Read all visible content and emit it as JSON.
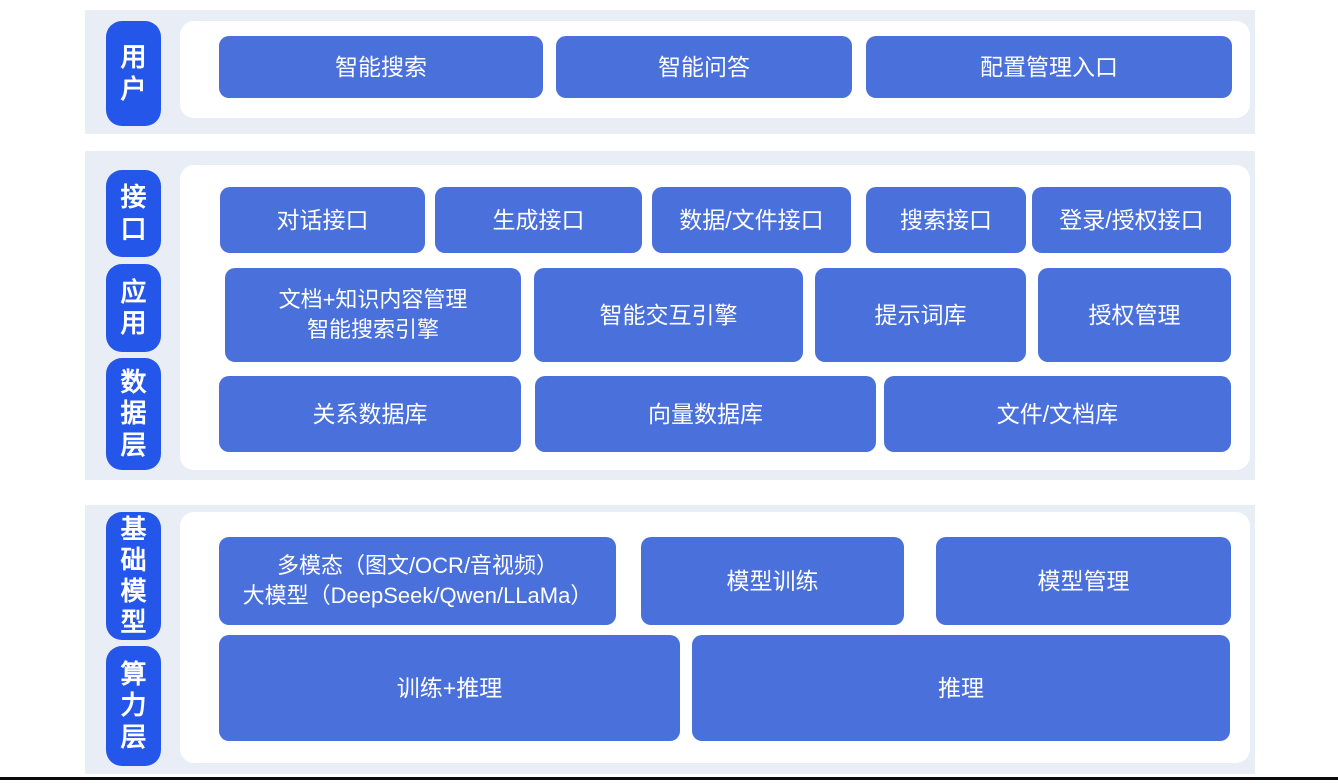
{
  "colors": {
    "page-bg": "#ffffff",
    "band-bg": "#e9eef6",
    "panel-bg": "#ffffff",
    "badge-bg": "#2456ea",
    "block-bg": "#4a70dc",
    "block-text": "#ffffff",
    "bottom-line": "#0a0a0a"
  },
  "sections": [
    {
      "labels": [
        {
          "text": "用户"
        }
      ],
      "rows": [
        {
          "blocks": [
            {
              "lines": [
                "智能搜索"
              ]
            },
            {
              "lines": [
                "智能问答"
              ]
            },
            {
              "lines": [
                "配置管理入口"
              ]
            }
          ]
        }
      ]
    },
    {
      "labels": [
        {
          "text": "接口"
        },
        {
          "text": "应用"
        },
        {
          "text": "数据层"
        }
      ],
      "rows": [
        {
          "blocks": [
            {
              "lines": [
                "对话接口"
              ]
            },
            {
              "lines": [
                "生成接口"
              ]
            },
            {
              "lines": [
                "数据/文件接口"
              ]
            },
            {
              "lines": [
                "搜索接口"
              ]
            },
            {
              "lines": [
                "登录/授权接口"
              ]
            }
          ]
        },
        {
          "blocks": [
            {
              "lines": [
                "文档+知识内容管理",
                "智能搜索引擎"
              ]
            },
            {
              "lines": [
                "智能交互引擎"
              ]
            },
            {
              "lines": [
                "提示词库"
              ]
            },
            {
              "lines": [
                "授权管理"
              ]
            }
          ]
        },
        {
          "blocks": [
            {
              "lines": [
                "关系数据库"
              ]
            },
            {
              "lines": [
                "向量数据库"
              ]
            },
            {
              "lines": [
                "文件/文档库"
              ]
            }
          ]
        }
      ]
    },
    {
      "labels": [
        {
          "text": "基础模型"
        },
        {
          "text": "算力层"
        }
      ],
      "rows": [
        {
          "blocks": [
            {
              "lines": [
                "多模态（图文/OCR/音视频）",
                "大模型（DeepSeek/Qwen/LLaMa）"
              ]
            },
            {
              "lines": [
                "模型训练"
              ]
            },
            {
              "lines": [
                "模型管理"
              ]
            }
          ]
        },
        {
          "blocks": [
            {
              "lines": [
                "训练+推理"
              ]
            },
            {
              "lines": [
                "推理"
              ]
            }
          ]
        }
      ]
    }
  ]
}
